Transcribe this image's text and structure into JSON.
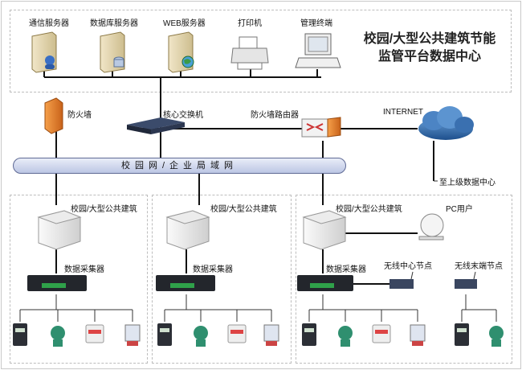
{
  "title": {
    "line1": "校园/大型公共建筑节能",
    "line2": "监管平台数据中心"
  },
  "servers": [
    "通信服务器",
    "数据库服务器",
    "WEB服务器",
    "打印机",
    "管理终端"
  ],
  "network": {
    "firewall": "防火墙",
    "core_switch": "核心交换机",
    "firewall_router": "防火墙路由器",
    "internet": "INTERNET",
    "upper_center": "至上级数据中心",
    "bus_label": "校园网/企业局域网"
  },
  "zones": [
    {
      "building": "校园/大型公共建筑",
      "collector": "数据采集器"
    },
    {
      "building": "校园/大型公共建筑",
      "collector": "数据采集器"
    },
    {
      "building": "校园/大型公共建筑",
      "collector": "数据采集器",
      "pc": "PC用户",
      "wireless_center": "无线中心节点",
      "wireless_end": "无线末端节点"
    }
  ]
}
